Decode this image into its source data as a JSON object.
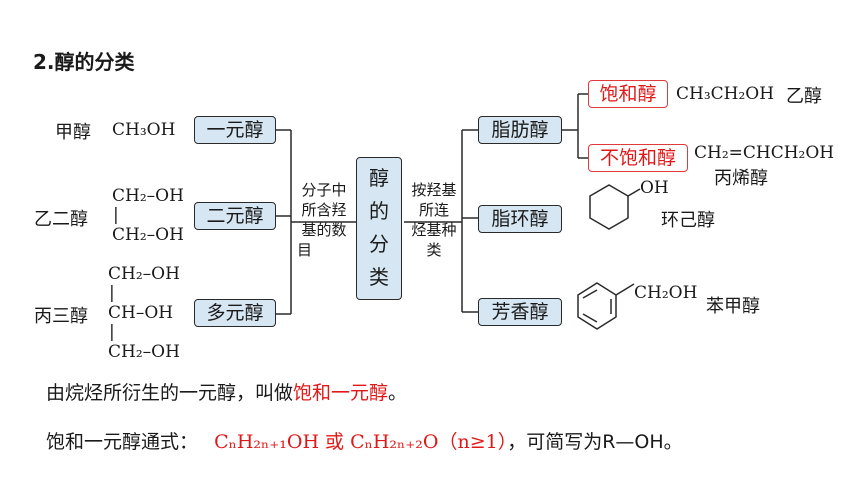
{
  "section_title": "2.醇的分类",
  "center_box": [
    "醇",
    "的",
    "分",
    "类"
  ],
  "left_criterion": [
    "分子中",
    "所含羟",
    "基的数",
    "目"
  ],
  "right_criterion": [
    "按羟基",
    "所连",
    "烃基种",
    "类"
  ],
  "left_items": [
    {
      "name": "甲醇",
      "formula_lines": [
        "CH₃OH"
      ],
      "category": "一元醇"
    },
    {
      "name": "乙二醇",
      "formula_lines": [
        "CH₂–OH",
        "|",
        "CH₂–OH"
      ],
      "category": "二元醇"
    },
    {
      "name": "丙三醇",
      "formula_lines": [
        "CH₂–OH",
        "|",
        "CH–OH",
        "|",
        "CH₂–OH"
      ],
      "category": "多元醇"
    }
  ],
  "right_items": [
    {
      "category": "脂肪醇"
    },
    {
      "category": "脂环醇",
      "formula": "OH",
      "name": "环己醇"
    },
    {
      "category": "芳香醇",
      "formula": "CH₂OH",
      "name": "苯甲醇"
    }
  ],
  "fatty_subtypes": [
    {
      "label": "饱和醇",
      "formula": "CH₃CH₂OH",
      "name": "乙醇"
    },
    {
      "label": "不饱和醇",
      "formula": "CH₂=CHCH₂OH",
      "name": "丙烯醇"
    }
  ],
  "note1": {
    "prefix": "由烷烃所衍生的一元醇，叫做",
    "highlight": "饱和一元醇",
    "suffix": "。"
  },
  "note2": {
    "prefix": "饱和一元醇通式：",
    "formula": "CₙH₂ₙ₊₁OH 或 CₙH₂ₙ₊₂O（n≥1）",
    "suffix": "，可简写为R—OH。"
  },
  "colors": {
    "box_fill": "#d6e7f3",
    "highlight_red": "#e01818",
    "line": "#2a2a2a"
  }
}
